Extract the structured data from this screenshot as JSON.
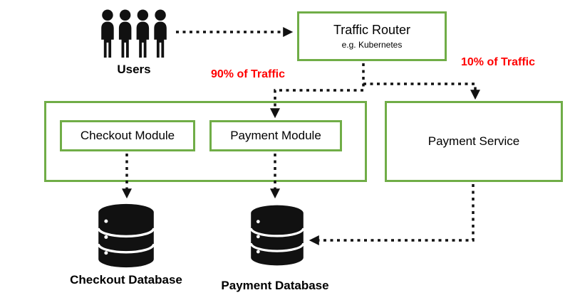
{
  "colors": {
    "box_border": "#70ad47",
    "traffic_label": "#ff0000",
    "ink": "#111111",
    "canvas_bg": "#ffffff"
  },
  "nodes": {
    "users": {
      "label": "Users"
    },
    "traffic_router": {
      "title": "Traffic Router",
      "subtitle": "e.g. Kubernetes"
    },
    "checkout_module": {
      "label": "Checkout Module"
    },
    "payment_module": {
      "label": "Payment Module"
    },
    "payment_service": {
      "label": "Payment Service"
    },
    "checkout_database": {
      "label": "Checkout Database"
    },
    "payment_database": {
      "label": "Payment Database"
    }
  },
  "edges": {
    "traffic_left": {
      "label": "90% of Traffic"
    },
    "traffic_right": {
      "label": "10% of Traffic"
    }
  }
}
